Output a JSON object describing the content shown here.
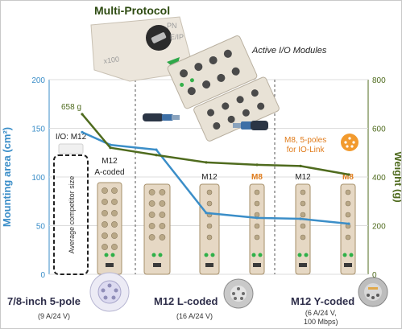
{
  "header": {
    "title": "Multi-Protocol",
    "modules_label": "Active I/O Modules",
    "dial_labels": [
      "PN",
      "E/IP",
      "x100"
    ]
  },
  "chart_data": {
    "type": "line",
    "ylabel_left": "Mounting area (cm²)",
    "ylabel_right": "Weight (g)",
    "ylim_left": [
      0,
      200
    ],
    "ylim_right": [
      0,
      800
    ],
    "yticks_left": [
      "0",
      "50",
      "100",
      "150",
      "200"
    ],
    "yticks_right": [
      "0",
      "200",
      "400",
      "600",
      "800"
    ],
    "grid": true,
    "x_positions": [
      0,
      1,
      2,
      3,
      4,
      5,
      6
    ],
    "series": [
      {
        "axis": "left",
        "color": "#3b8ec8",
        "values": [
          146,
          133,
          128,
          63,
          58,
          57,
          52
        ]
      },
      {
        "axis": "right",
        "color": "#4f6b1e",
        "values": [
          658,
          520,
          490,
          460,
          450,
          445,
          410
        ]
      }
    ],
    "annotations": {
      "first_weight": "658 g"
    }
  },
  "modules": [
    {
      "top_label": "I/O: M12",
      "label_color": "#222222",
      "dashed": true,
      "side_text": "Average competitor size"
    },
    {
      "top_label": "M12",
      "sub_label": "A-coded",
      "label_color": "#222222"
    },
    {
      "top_label": "",
      "label_color": "#222222"
    },
    {
      "top_label": "M12",
      "label_color": "#222222"
    },
    {
      "top_label": "M8",
      "label_color": "#e07b1a"
    },
    {
      "top_label": "M12",
      "label_color": "#222222"
    },
    {
      "top_label": "M8",
      "label_color": "#e07b1a"
    }
  ],
  "callout": {
    "line1": "M8, 5-poles",
    "line2": "for IO-Link"
  },
  "footer": {
    "left_title": "7/8-inch 5-pole",
    "left_sub": "(9 A/24 V)",
    "mid_title": "M12 L-coded",
    "mid_sub": "(16 A/24 V)",
    "right_title": "M12 Y-coded",
    "right_sub1": "(6 A/24 V,",
    "right_sub2": "100 Mbps)"
  },
  "colors": {
    "area_line": "#3b8ec8",
    "weight_line": "#4f6b1e",
    "accent_orange": "#e07b1a",
    "module_body": "#e6d8c4",
    "module_border": "#a58f6a"
  }
}
